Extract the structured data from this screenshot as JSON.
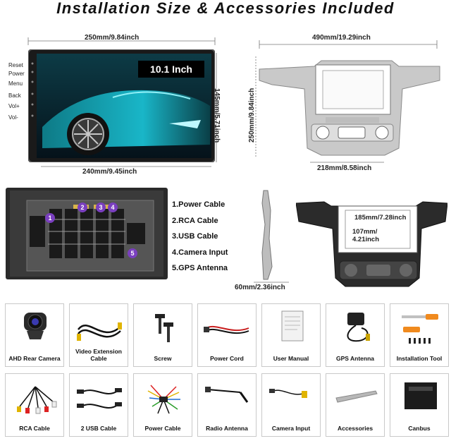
{
  "header": {
    "title": "Installation Size & Accessories Included"
  },
  "radio": {
    "width_label": "250mm/9.84inch",
    "height_label": "145mm/5.71inch",
    "screen_width_label": "240mm/9.45inch",
    "screen_size": "10.1 Inch",
    "side_buttons": [
      "Reset",
      "Power",
      "Menu",
      "Back",
      "Vol+",
      "Vol-"
    ]
  },
  "frame": {
    "width_label": "490mm/19.29inch",
    "height_label": "250mm/9.84inch",
    "bottom_label": "218mm/8.58inch"
  },
  "back_panel": {
    "port_numbers": [
      "1",
      "2",
      "3",
      "4",
      "5"
    ],
    "legend": [
      "1.Power Cable",
      "2.RCA Cable",
      "3.USB Cable",
      "4.Camera Input",
      "5.GPS Antenna"
    ]
  },
  "side_profile": {
    "depth_label": "60mm/2.36inch"
  },
  "frame_back": {
    "opening_width_label": "185mm/7.28inch",
    "opening_height_label": "107mm/\n4.21inch"
  },
  "accessories": [
    {
      "label": "AHD Rear Camera",
      "icon": "camera-icon"
    },
    {
      "label": "Video Extension Cable",
      "icon": "video-cable-icon"
    },
    {
      "label": "Screw",
      "icon": "screw-icon"
    },
    {
      "label": "Power Cord",
      "icon": "power-cord-icon"
    },
    {
      "label": "User Manual",
      "icon": "manual-icon"
    },
    {
      "label": "GPS Antenna",
      "icon": "gps-antenna-icon"
    },
    {
      "label": "Installation Tool",
      "icon": "tool-icon"
    },
    {
      "label": "RCA Cable",
      "icon": "rca-cable-icon"
    },
    {
      "label": "2 USB Cable",
      "icon": "usb-cable-icon"
    },
    {
      "label": "Power Cable",
      "icon": "power-harness-icon"
    },
    {
      "label": "Radio Antenna",
      "icon": "radio-antenna-icon"
    },
    {
      "label": "Camera Input",
      "icon": "camera-input-icon"
    },
    {
      "label": "Accessories",
      "icon": "trim-strip-icon"
    },
    {
      "label": "Canbus",
      "icon": "canbus-box-icon"
    }
  ],
  "colors": {
    "accent_teal": "#19b6c8",
    "port_badge": "#7a3fbf",
    "frame_silver": "#c9c9c9",
    "panel_dark": "#222222"
  }
}
